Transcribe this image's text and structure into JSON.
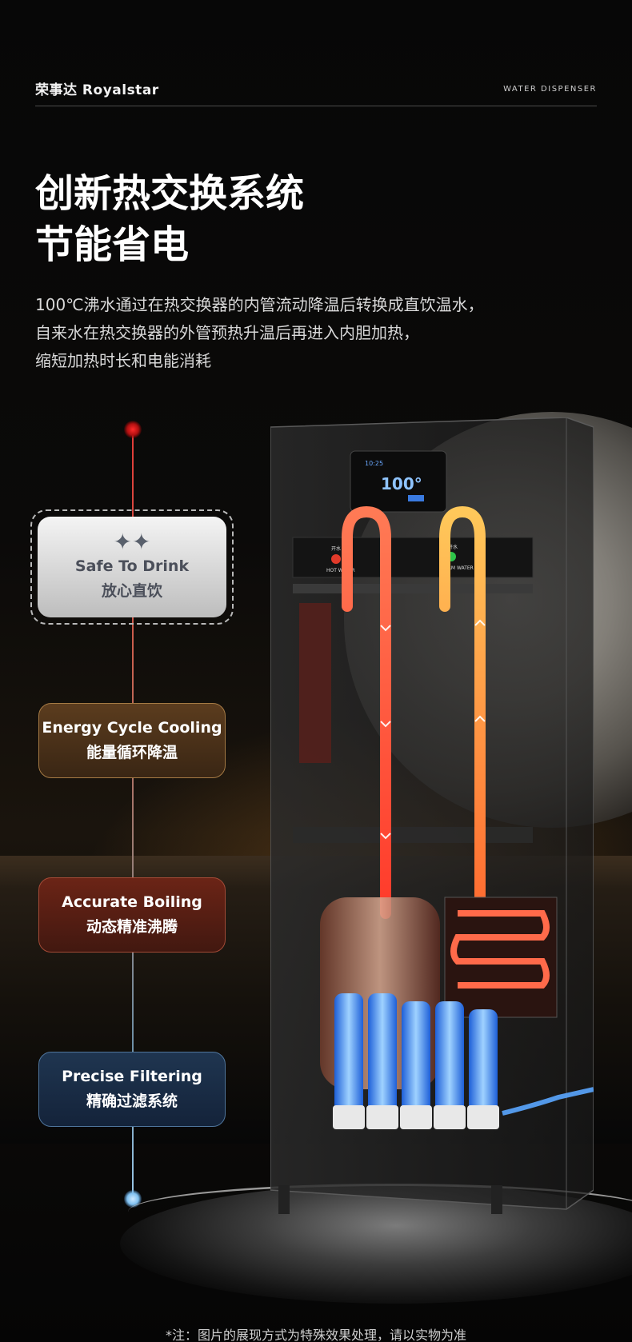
{
  "header": {
    "brand": "荣事达 Royalstar",
    "tagline": "WATER DISPENSER"
  },
  "hero": {
    "title_line1": "创新热交换系统",
    "title_line2": "节能省电",
    "description_lines": [
      "100℃沸水通过在热交换器的内管流动降温后转换成直饮温水，",
      "自来水在热交换器的外管预热升温后再进入内胆加热，",
      "缩短加热时长和电能消耗"
    ]
  },
  "features": [
    {
      "en": "Safe To Drink",
      "zh": "放心直饮"
    },
    {
      "en": "Energy Cycle Cooling",
      "zh": "能量循环降温"
    },
    {
      "en": "Accurate Boiling",
      "zh": "动态精准沸腾"
    },
    {
      "en": "Precise Filtering",
      "zh": "精确过滤系统"
    }
  ],
  "device": {
    "display_temp": "100°",
    "display_time": "10:25",
    "hot_label": "HOT WATER",
    "warm_label": "WARM WATER",
    "hot_label_zh": "开水",
    "warm_label_zh": "温开水"
  },
  "footnote": "*注：图片的展现方式为特殊效果处理，请以实物为准",
  "colors": {
    "hot": "#ff5a3c",
    "warm": "#ffb24a",
    "filter_glow": "#3d8cff",
    "timeline_top": "#e23a36",
    "timeline_bottom": "#9ac8e8"
  }
}
